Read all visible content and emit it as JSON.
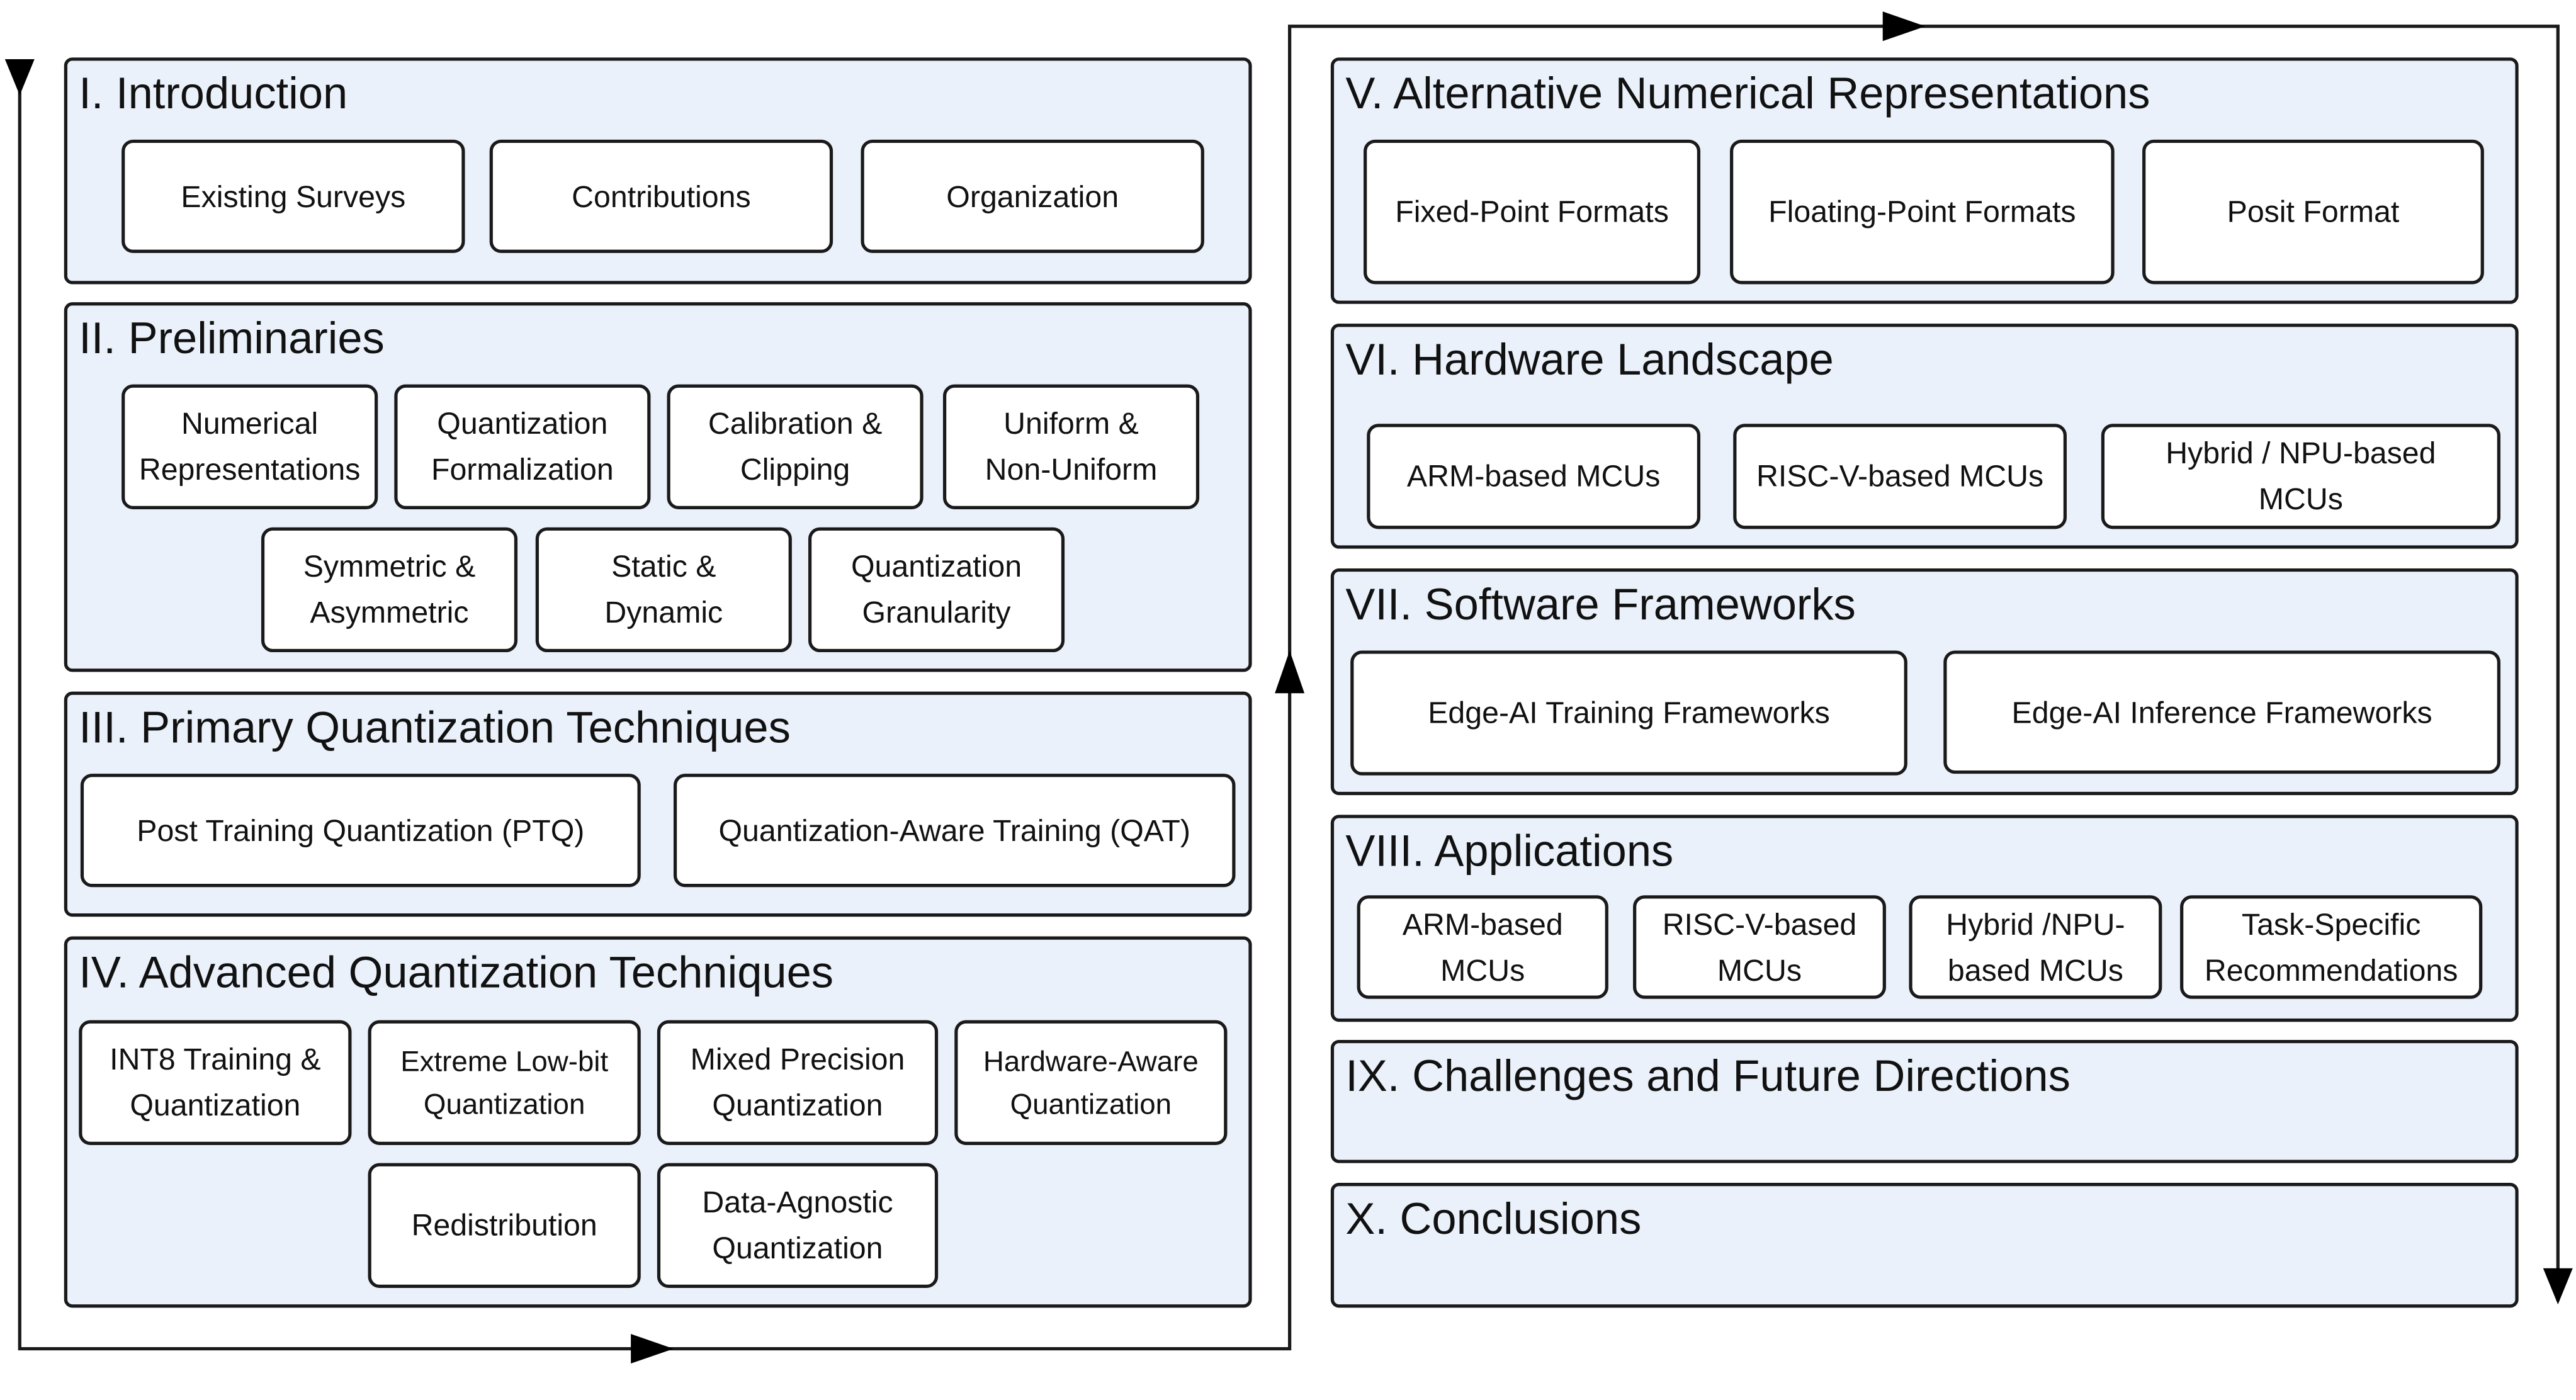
{
  "sections": [
    {
      "title": "I. Introduction",
      "items": [
        "Existing Surveys",
        "Contributions",
        "Organization"
      ]
    },
    {
      "title": "II. Preliminaries",
      "items": [
        "Numerical\nRepresentations",
        "Quantization\nFormalization",
        "Calibration &\nClipping",
        "Uniform &\nNon-Uniform",
        "Symmetric &\nAsymmetric",
        "Static &\nDynamic",
        "Quantization\nGranularity"
      ]
    },
    {
      "title": "III. Primary Quantization Techniques",
      "items": [
        "Post Training Quantization (PTQ)",
        "Quantization-Aware Training (QAT)"
      ]
    },
    {
      "title": "IV. Advanced Quantization Techniques",
      "items": [
        "INT8 Training &\nQuantization",
        "Extreme Low-bit\nQuantization",
        "Mixed Precision\nQuantization",
        "Hardware-Aware\nQuantization",
        "Redistribution",
        "Data-Agnostic\nQuantization"
      ]
    },
    {
      "title": "V. Alternative Numerical Representations",
      "items": [
        "Fixed-Point Formats",
        "Floating-Point Formats",
        "Posit Format"
      ]
    },
    {
      "title": "VI. Hardware Landscape",
      "items": [
        "ARM-based MCUs",
        "RISC-V-based MCUs",
        "Hybrid / NPU-based\nMCUs"
      ]
    },
    {
      "title": "VII. Software Frameworks",
      "items": [
        "Edge-AI Training Frameworks",
        "Edge-AI Inference Frameworks"
      ]
    },
    {
      "title": "VIII. Applications",
      "items": [
        "ARM-based\nMCUs",
        "RISC-V-based\nMCUs",
        "Hybrid /NPU-\nbased MCUs",
        "Task-Specific\nRecommendations"
      ]
    },
    {
      "title": "IX. Challenges and Future Directions",
      "items": []
    },
    {
      "title": "X. Conclusions",
      "items": []
    }
  ],
  "colors": {
    "section_fill": "#eaf1fb",
    "box_fill": "#ffffff",
    "stroke": "#1a1a1a"
  },
  "arrows": [
    "right",
    "right",
    "up",
    "down",
    "down"
  ]
}
